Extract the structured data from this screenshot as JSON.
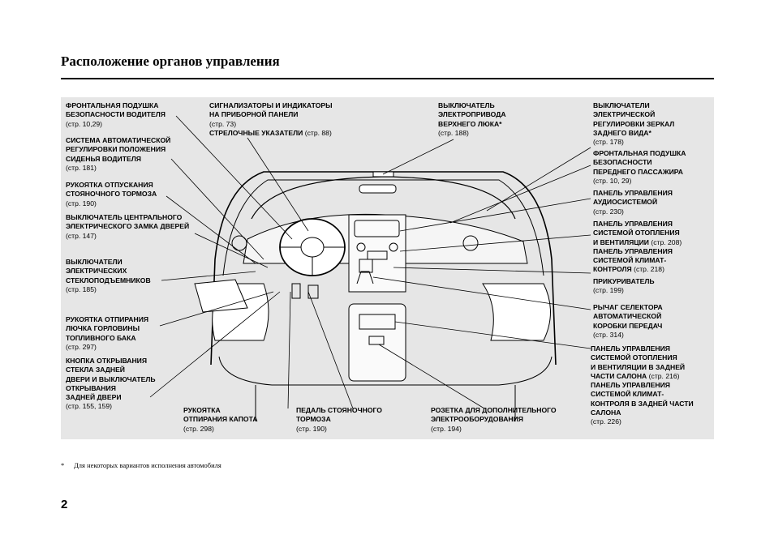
{
  "page": {
    "title": "Расположение органов управления",
    "page_number": "2",
    "footnote_mark": "*",
    "footnote_text": "Для некоторых вариантов исполнения автомобиля"
  },
  "callouts": [
    {
      "id": "airbag-driver",
      "text": "ФРОНТАЛЬНАЯ ПОДУШКА\nБЕЗОПАСНОСТИ ВОДИТЕЛЯ",
      "ref": "(стр. 10,29)"
    },
    {
      "id": "seat-system",
      "text": "СИСТЕМА АВТОМАТИЧЕСКОЙ\nРЕГУЛИРОВКИ ПОЛОЖЕНИЯ\nСИДЕНЬЯ ВОДИТЕЛЯ",
      "ref": "(стр. 181)"
    },
    {
      "id": "parking-brake-release",
      "text": "РУКОЯТКА ОТПУСКАНИЯ\nСТОЯНОЧНОГО ТОРМОЗА",
      "ref": "(стр. 190)"
    },
    {
      "id": "door-lock-switch",
      "text": "ВЫКЛЮЧАТЕЛЬ ЦЕНТРАЛЬНОГО\nЭЛЕКТРИЧЕСКОГО ЗАМКА ДВЕРЕЙ",
      "ref": "(стр. 147)"
    },
    {
      "id": "window-switches",
      "text": "ВЫКЛЮЧАТЕЛИ\nЭЛЕКТРИЧЕСКИХ\nСТЕКЛОПОДЪЕМНИКОВ",
      "ref": "(стр. 185)"
    },
    {
      "id": "fuel-door-release",
      "text": "РУКОЯТКА ОТПИРАНИЯ\nЛЮЧКА ГОРЛОВИНЫ\nТОПЛИВНОГО БАКА",
      "ref": "(стр. 297)"
    },
    {
      "id": "tailgate-button",
      "text": "КНОПКА ОТКРЫВАНИЯ\nСТЕКЛА ЗАДНЕЙ\nДВЕРИ И ВЫКЛЮЧАТЕЛЬ\nОТКРЫВАНИЯ\nЗАДНЕЙ ДВЕРИ",
      "ref": "(стр. 155, 159)"
    },
    {
      "id": "indicators",
      "text": "СИГНАЛИЗАТОРЫ И ИНДИКАТОРЫ\nНА ПРИБОРНОЙ ПАНЕЛИ",
      "ref": "(стр. 73)",
      "extra": "СТРЕЛОЧНЫЕ УКАЗАТЕЛИ",
      "extra_ref": "(стр. 88)"
    },
    {
      "id": "hood-release",
      "text": "РУКОЯТКА\nОТПИРАНИЯ КАПОТА",
      "ref": "(стр. 298)"
    },
    {
      "id": "parking-brake-pedal",
      "text": "ПЕДАЛЬ СТОЯНОЧНОГО\nТОРМОЗА",
      "ref": "(стр. 190)"
    },
    {
      "id": "moonroof-switch",
      "text": "ВЫКЛЮЧАТЕЛЬ\nЭЛЕКТРОПРИВОДА\nВЕРХНЕГО ЛЮКА*",
      "ref": "(стр. 188)"
    },
    {
      "id": "power-socket",
      "text": "РОЗЕТКА ДЛЯ ДОПОЛНИТЕЛЬНОГО\nЭЛЕКТРООБОРУДОВАНИЯ",
      "ref": "(стр. 194)"
    },
    {
      "id": "mirror-switches",
      "text": "ВЫКЛЮЧАТЕЛИ\nЭЛЕКТРИЧЕСКОЙ\nРЕГУЛИРОВКИ ЗЕРКАЛ\nЗАДНЕГО ВИДА*",
      "ref": "(стр. 178)"
    },
    {
      "id": "airbag-passenger",
      "text": "ФРОНТАЛЬНАЯ ПОДУШКА\nБЕЗОПАСНОСТИ\nПЕРЕДНЕГО ПАССАЖИРА",
      "ref": "(стр. 10, 29)"
    },
    {
      "id": "audio-panel",
      "text": "ПАНЕЛЬ УПРАВЛЕНИЯ\nАУДИОСИСТЕМОЙ",
      "ref": "(стр. 230)"
    },
    {
      "id": "climate-panel",
      "text": "ПАНЕЛЬ УПРАВЛЕНИЯ\nСИСТЕМОЙ ОТОПЛЕНИЯ\nИ ВЕНТИЛЯЦИИ",
      "ref": "(стр. 208)",
      "extra": "ПАНЕЛЬ УПРАВЛЕНИЯ\nСИСТЕМОЙ КЛИМАТ-\nКОНТРОЛЯ",
      "extra_ref": "(стр. 218)"
    },
    {
      "id": "lighter",
      "text": "ПРИКУРИВАТЕЛЬ",
      "ref": "(стр. 199)"
    },
    {
      "id": "shift-lever",
      "text": "РЫЧАГ СЕЛЕКТОРА\nАВТОМАТИЧЕСКОЙ\nКОРОБКИ ПЕРЕДАЧ",
      "ref": "(стр. 314)"
    },
    {
      "id": "rear-climate",
      "text": "ПАНЕЛЬ УПРАВЛЕНИЯ\nСИСТЕМОЙ ОТОПЛЕНИЯ\nИ ВЕНТИЛЯЦИИ В ЗАДНЕЙ\nЧАСТИ САЛОНА",
      "ref": "(стр. 216)",
      "extra": "ПАНЕЛЬ УПРАВЛЕНИЯ\nСИСТЕМОЙ КЛИМАТ-\nКОНТРОЛЯ В ЗАДНЕЙ ЧАСТИ\nСАЛОНА",
      "extra_ref": "(стр. 226)"
    }
  ],
  "colors": {
    "panel_bg": "#e6e6e6",
    "ink": "#000000"
  }
}
